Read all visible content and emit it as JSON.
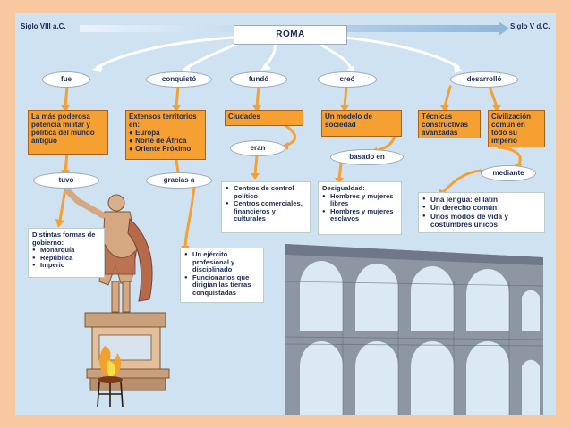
{
  "header": {
    "start": "Siglo VIII a.C.",
    "end": "Siglo V d.C.",
    "title": "ROMA"
  },
  "links": {
    "fue": "fue",
    "conquisto": "conquistó",
    "fundo": "fundó",
    "creo": "creó",
    "desarrollo": "desarrolló",
    "tuvo": "tuvo",
    "gracias_a": "gracias a",
    "eran": "eran",
    "basado_en": "basado en",
    "mediante": "mediante"
  },
  "concepts": {
    "potencia": "La más poderosa potencia militar y política del mundo antiguo",
    "territorios": {
      "title": "Extensos territorios en:",
      "items": [
        "Europa",
        "Norte de África",
        "Oriente Próximo"
      ]
    },
    "ciudades": "Ciudades",
    "sociedad": "Un modelo de sociedad",
    "tecnicas": "Técnicas constructivas avanzadas",
    "civilizacion": "Civilización común en todo su imperio"
  },
  "details": {
    "gobierno": {
      "title": "Distintas formas de gobierno:",
      "items": [
        "Monarquía",
        "República",
        "Imperio"
      ]
    },
    "ejercito": {
      "items": [
        "Un ejército profesional y disciplinado",
        "Funcionarios que dirigían las tierras conquistadas"
      ]
    },
    "centros": {
      "items": [
        "Centros de control político",
        "Centros comerciales, financieros y culturales"
      ]
    },
    "desigualdad": {
      "title": "Desigualdad:",
      "items": [
        "Hombres y mujeres libres",
        "Hombres y mujeres esclavos"
      ]
    },
    "cultura": {
      "items": [
        "Una lengua: el latín",
        "Un derecho común",
        "Unos modos de vida y costumbres únicos"
      ]
    }
  },
  "colors": {
    "frame": "#f8c8a0",
    "background": "#cfe2f2",
    "concept": "#f6a032",
    "text": "#1b2a55"
  },
  "illustrations": [
    "emperor-statue",
    "flame-brazier",
    "roman-aqueduct"
  ]
}
